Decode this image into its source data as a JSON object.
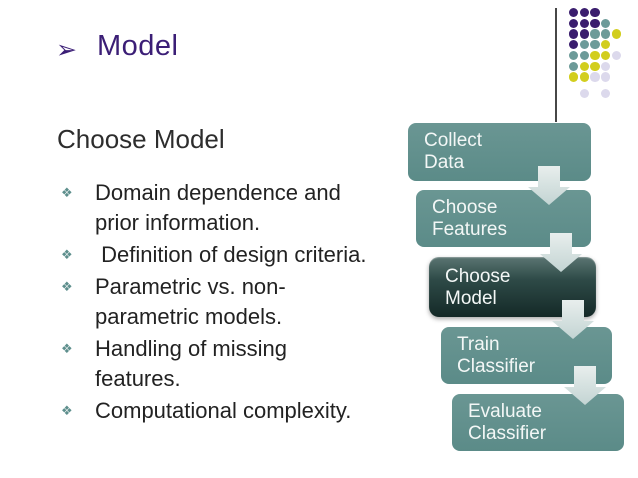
{
  "slide": {
    "title_bullet": "➢",
    "title": "Model",
    "section_heading": "Choose Model",
    "bullet_marker": "❖",
    "bullets": [
      "Domain dependence and\nprior information.",
      " Definition of design criteria.",
      "Parametric vs. non-\nparametric models.",
      "Handling of missing\nfeatures.",
      "Computational complexity."
    ]
  },
  "flowchart": {
    "arrow_direction": "down",
    "steps": [
      {
        "line1": "Collect",
        "line2": "Data",
        "highlighted": false
      },
      {
        "line1": "Choose",
        "line2": "Features",
        "highlighted": false
      },
      {
        "line1": "Choose",
        "line2": "Model",
        "highlighted": true
      },
      {
        "line1": "Train",
        "line2": "Classifier",
        "highlighted": false
      },
      {
        "line1": "Evaluate",
        "line2": "Classifier",
        "highlighted": false
      }
    ]
  },
  "decoration": {
    "dot_pattern": [
      "PPP",
      "PPPT",
      "PPTTY",
      "PTTY",
      "TTYYL",
      "TYYL",
      "YYLL",
      " L L"
    ],
    "dot_colors": {
      "P": "#3b1e6e",
      "T": "#6d9b99",
      "Y": "#d2ce1e",
      "L": "#dcd9ec"
    }
  },
  "colors": {
    "title_purple": "#3b1e76",
    "body_text": "#222222",
    "accent_teal": "#60908d",
    "highlight_dark_teal": "#1d3431",
    "arrow_gray": "#cfdcdb",
    "background": "#ffffff"
  }
}
